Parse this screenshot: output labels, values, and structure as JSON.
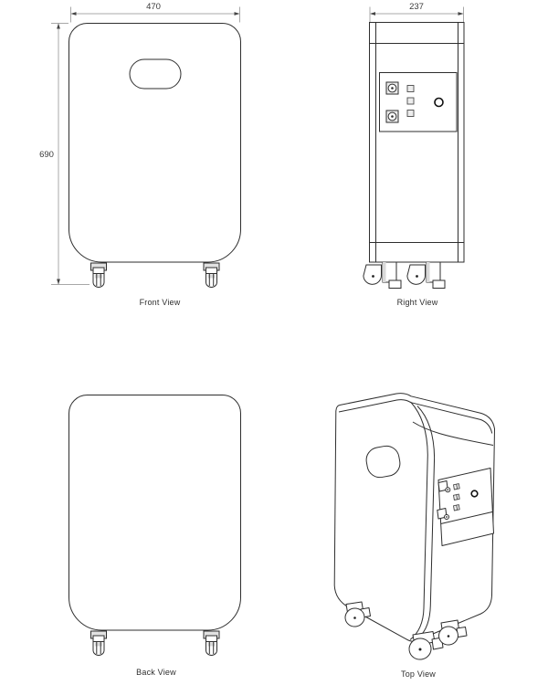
{
  "views": [
    {
      "name": "front",
      "label": "Front View"
    },
    {
      "name": "right",
      "label": "Right View"
    },
    {
      "name": "back",
      "label": "Back View"
    },
    {
      "name": "top",
      "label": "Top View"
    }
  ],
  "dimensions_mm": {
    "width": "470",
    "height": "690",
    "depth": "237"
  },
  "panel_components": [
    "power-socket",
    "power-socket",
    "vent-slot",
    "vent-slot",
    "vent-slot",
    "indicator-knob"
  ],
  "features": [
    "handle-cutout",
    "caster-wheels",
    "control-panel"
  ],
  "colors": {
    "background": "#ffffff",
    "outline": "#2e2e2e",
    "dimension_line": "#a0a0a0",
    "arrowhead": "#444444",
    "label_text": "#2f2f2f",
    "shading": "#d9d9d9"
  }
}
